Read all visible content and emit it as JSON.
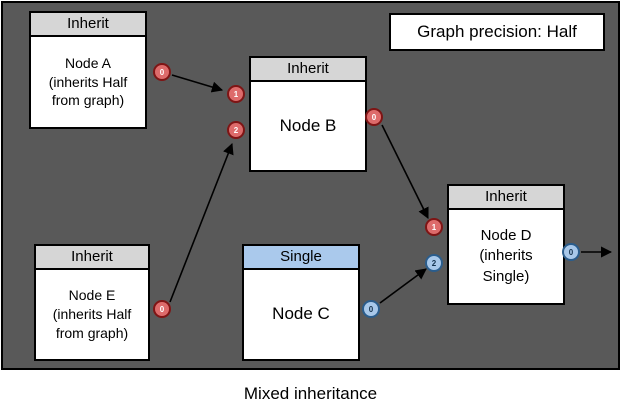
{
  "figure": {
    "caption": "Mixed inheritance",
    "precision_banner": "Graph precision: Half"
  },
  "colors": {
    "canvas_bg": "#595959",
    "node_bg": "#ffffff",
    "inherit_header_bg": "#d6d6d6",
    "single_header_bg": "#aac9ec",
    "half_port_fill": "#dd6b6b",
    "half_port_border": "#7e1515",
    "single_port_fill": "#a8c8ea",
    "single_port_border": "#2b5d8c",
    "arrow_color": "#000000"
  },
  "nodes": {
    "a": {
      "header": "Inherit",
      "body": "Node A\n(inherits Half\nfrom graph)",
      "ports": {
        "out": "0"
      }
    },
    "b": {
      "header": "Inherit",
      "body": "Node B",
      "ports": {
        "in1": "1",
        "in2": "2",
        "out": "0"
      }
    },
    "c": {
      "header": "Single",
      "body": "Node C",
      "ports": {
        "out": "0"
      }
    },
    "d": {
      "header": "Inherit",
      "body": "Node D\n(inherits\nSingle)",
      "ports": {
        "in1": "1",
        "in2": "2",
        "out": "0"
      }
    },
    "e": {
      "header": "Inherit",
      "body": "Node E\n(inherits Half\nfrom graph)",
      "ports": {
        "out": "0"
      }
    }
  }
}
